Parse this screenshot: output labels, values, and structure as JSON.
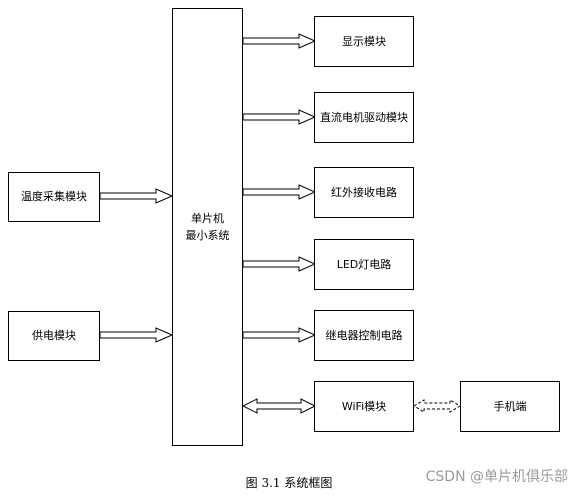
{
  "diagram": {
    "mcu": {
      "line1": "单片机",
      "line2": "最小系统"
    },
    "inputs": [
      {
        "label": "温度采集模块"
      },
      {
        "label": "供电模块"
      }
    ],
    "outputs": [
      {
        "label": "显示模块"
      },
      {
        "label": "直流电机驱动模块"
      },
      {
        "label": "红外接收电路"
      },
      {
        "label": "LED灯电路"
      },
      {
        "label": "继电器控制电路"
      },
      {
        "label": "WiFi模块"
      }
    ],
    "phone": {
      "label": "手机端"
    }
  },
  "caption": "图 3.1  系统框图",
  "watermark": "CSDN @单片机俱乐部"
}
